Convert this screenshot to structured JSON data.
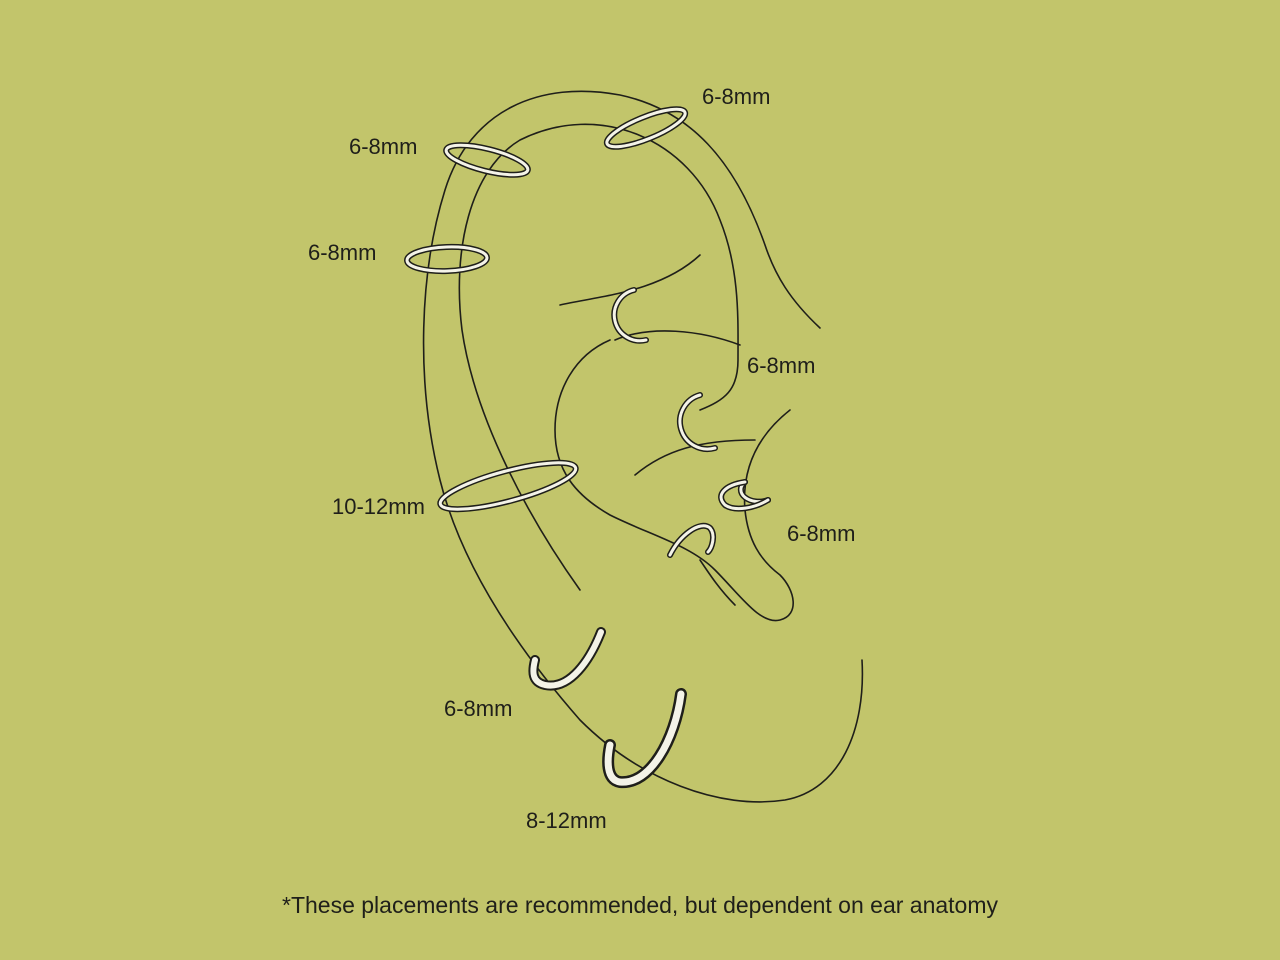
{
  "colors": {
    "background": "#c2c56b",
    "outline": "#1f1f1a",
    "ring": "#f4f3e8"
  },
  "piercings": [
    {
      "id": "helix-upper",
      "label": "6-8mm"
    },
    {
      "id": "forward-helix",
      "label": "6-8mm"
    },
    {
      "id": "helix-mid",
      "label": "6-8mm"
    },
    {
      "id": "rook",
      "label": "6-8mm"
    },
    {
      "id": "tragus",
      "label": "6-8mm"
    },
    {
      "id": "conch",
      "label": "10-12mm"
    },
    {
      "id": "lobe-upper",
      "label": "6-8mm"
    },
    {
      "id": "lobe-lower",
      "label": "8-12mm"
    }
  ],
  "footnote": "*These placements are recommended, but dependent on ear anatomy"
}
